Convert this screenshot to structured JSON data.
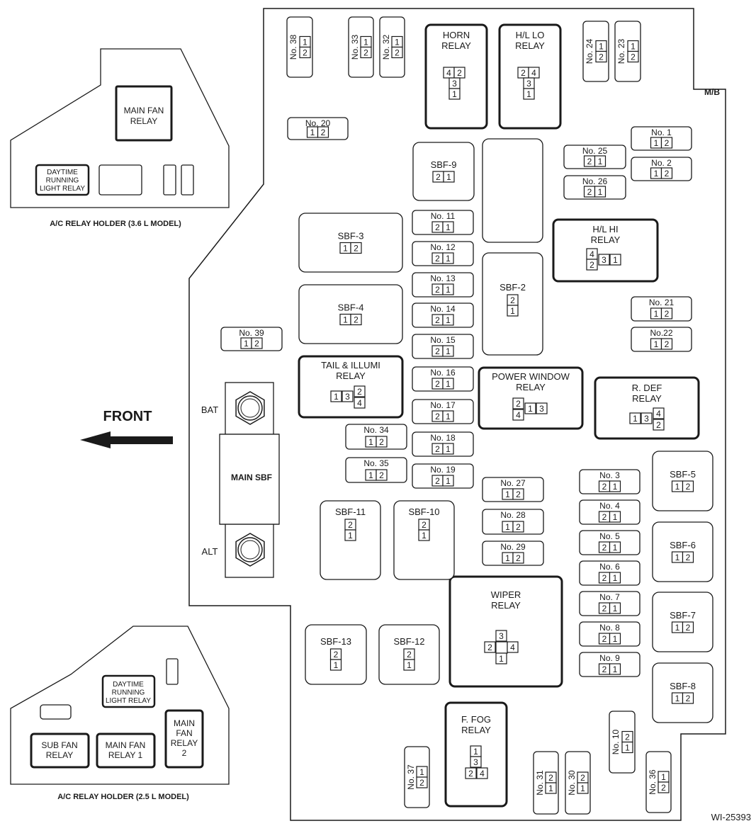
{
  "labels": {
    "mb": "M/B",
    "front": "FRONT",
    "bat": "BAT",
    "alt": "ALT",
    "main_sbf": "MAIN SBF",
    "figure_id": "WI-25393",
    "holder_36_title": "A/C RELAY HOLDER (3.6 L MODEL)",
    "holder_25_title": "A/C RELAY HOLDER (2.5 L MODEL)"
  },
  "holder_36": {
    "main_fan_relay": [
      "MAIN FAN",
      "RELAY"
    ],
    "drl_relay": [
      "DAYTIME",
      "RUNNING",
      "LIGHT RELAY"
    ]
  },
  "holder_25": {
    "drl_relay": [
      "DAYTIME",
      "RUNNING",
      "LIGHT RELAY"
    ],
    "sub_fan_relay": [
      "SUB FAN",
      "RELAY"
    ],
    "main_fan_relay_1": [
      "MAIN FAN",
      "RELAY 1"
    ],
    "main_fan_relay_2": [
      "MAIN",
      "FAN",
      "RELAY",
      "2"
    ]
  },
  "relays": {
    "horn": {
      "label": [
        "HORN",
        "RELAY"
      ],
      "pins": [
        "4",
        "2",
        "3",
        "1"
      ]
    },
    "hl_lo": {
      "label": [
        "H/L LO",
        "RELAY"
      ],
      "pins": [
        "2",
        "4",
        "3",
        "1"
      ]
    },
    "hl_hi": {
      "label": [
        "H/L HI",
        "RELAY"
      ],
      "pins": [
        "4",
        "2",
        "3",
        "1"
      ]
    },
    "tail_illumi": {
      "label": [
        "TAIL & ILLUMI",
        "RELAY"
      ],
      "pins": [
        "1",
        "3",
        "2",
        "4"
      ]
    },
    "power_window": {
      "label": [
        "POWER WINDOW",
        "RELAY"
      ],
      "pins": [
        "2",
        "4",
        "1",
        "3"
      ]
    },
    "r_def": {
      "label": [
        "R. DEF",
        "RELAY"
      ],
      "pins": [
        "1",
        "3",
        "4",
        "2"
      ]
    },
    "wiper": {
      "label": [
        "WIPER",
        "RELAY"
      ],
      "pins": [
        "3",
        "2",
        "4",
        "1"
      ]
    },
    "f_fog": {
      "label": [
        "F. FOG",
        "RELAY"
      ],
      "pins": [
        "1",
        "3",
        "2",
        "4"
      ]
    }
  },
  "fuses_h": [
    {
      "id": "f20",
      "label": "No. 20",
      "pins": [
        "1",
        "2"
      ]
    },
    {
      "id": "f1",
      "label": "No. 1",
      "pins": [
        "1",
        "2"
      ]
    },
    {
      "id": "f2",
      "label": "No. 2",
      "pins": [
        "1",
        "2"
      ]
    },
    {
      "id": "f25",
      "label": "No. 25",
      "pins": [
        "2",
        "1"
      ]
    },
    {
      "id": "f26",
      "label": "No. 26",
      "pins": [
        "2",
        "1"
      ]
    },
    {
      "id": "f11",
      "label": "No. 11",
      "pins": [
        "2",
        "1"
      ]
    },
    {
      "id": "f12",
      "label": "No. 12",
      "pins": [
        "2",
        "1"
      ]
    },
    {
      "id": "f13",
      "label": "No. 13",
      "pins": [
        "2",
        "1"
      ]
    },
    {
      "id": "f14",
      "label": "No. 14",
      "pins": [
        "2",
        "1"
      ]
    },
    {
      "id": "f15",
      "label": "No. 15",
      "pins": [
        "2",
        "1"
      ]
    },
    {
      "id": "f16",
      "label": "No. 16",
      "pins": [
        "2",
        "1"
      ]
    },
    {
      "id": "f17",
      "label": "No. 17",
      "pins": [
        "2",
        "1"
      ]
    },
    {
      "id": "f18",
      "label": "No. 18",
      "pins": [
        "2",
        "1"
      ]
    },
    {
      "id": "f19",
      "label": "No. 19",
      "pins": [
        "2",
        "1"
      ]
    },
    {
      "id": "f21",
      "label": "No. 21",
      "pins": [
        "1",
        "2"
      ]
    },
    {
      "id": "f22",
      "label": "No.22",
      "pins": [
        "1",
        "2"
      ]
    },
    {
      "id": "f39",
      "label": "No. 39",
      "pins": [
        "1",
        "2"
      ]
    },
    {
      "id": "f34",
      "label": "No. 34",
      "pins": [
        "1",
        "2"
      ]
    },
    {
      "id": "f35",
      "label": "No. 35",
      "pins": [
        "1",
        "2"
      ]
    },
    {
      "id": "f27",
      "label": "No. 27",
      "pins": [
        "1",
        "2"
      ]
    },
    {
      "id": "f28",
      "label": "No. 28",
      "pins": [
        "1",
        "2"
      ]
    },
    {
      "id": "f29",
      "label": "No. 29",
      "pins": [
        "1",
        "2"
      ]
    },
    {
      "id": "f3",
      "label": "No. 3",
      "pins": [
        "2",
        "1"
      ]
    },
    {
      "id": "f4",
      "label": "No. 4",
      "pins": [
        "2",
        "1"
      ]
    },
    {
      "id": "f5",
      "label": "No. 5",
      "pins": [
        "2",
        "1"
      ]
    },
    {
      "id": "f6",
      "label": "No. 6",
      "pins": [
        "2",
        "1"
      ]
    },
    {
      "id": "f7",
      "label": "No. 7",
      "pins": [
        "2",
        "1"
      ]
    },
    {
      "id": "f8",
      "label": "No. 8",
      "pins": [
        "2",
        "1"
      ]
    },
    {
      "id": "f9",
      "label": "No. 9",
      "pins": [
        "2",
        "1"
      ]
    }
  ],
  "fuses_v": [
    {
      "id": "f38",
      "label": "No. 38",
      "pins": [
        "1",
        "2"
      ]
    },
    {
      "id": "f33",
      "label": "No. 33",
      "pins": [
        "1",
        "2"
      ]
    },
    {
      "id": "f32",
      "label": "No. 32",
      "pins": [
        "1",
        "2"
      ]
    },
    {
      "id": "f24",
      "label": "No. 24",
      "pins": [
        "1",
        "2"
      ]
    },
    {
      "id": "f23",
      "label": "No. 23",
      "pins": [
        "1",
        "2"
      ]
    },
    {
      "id": "f10",
      "label": "No. 10",
      "pins": [
        "2",
        "1"
      ]
    },
    {
      "id": "f37",
      "label": "No. 37",
      "pins": [
        "1",
        "2"
      ]
    },
    {
      "id": "f31",
      "label": "No. 31",
      "pins": [
        "2",
        "1"
      ]
    },
    {
      "id": "f30",
      "label": "No. 30",
      "pins": [
        "2",
        "1"
      ]
    },
    {
      "id": "f36",
      "label": "No. 36",
      "pins": [
        "1",
        "2"
      ]
    }
  ],
  "sbf_h": [
    {
      "id": "sbf9",
      "label": "SBF-9",
      "pins": [
        "2",
        "1"
      ]
    },
    {
      "id": "sbf3",
      "label": "SBF-3",
      "pins": [
        "1",
        "2"
      ]
    },
    {
      "id": "sbf4",
      "label": "SBF-4",
      "pins": [
        "1",
        "2"
      ]
    },
    {
      "id": "sbf5",
      "label": "SBF-5",
      "pins": [
        "1",
        "2"
      ]
    },
    {
      "id": "sbf6",
      "label": "SBF-6",
      "pins": [
        "1",
        "2"
      ]
    },
    {
      "id": "sbf7",
      "label": "SBF-7",
      "pins": [
        "1",
        "2"
      ]
    },
    {
      "id": "sbf8",
      "label": "SBF-8",
      "pins": [
        "1",
        "2"
      ]
    }
  ],
  "sbf_v": [
    {
      "id": "sbf2",
      "label": "SBF-2",
      "pins": [
        "1",
        "2"
      ]
    },
    {
      "id": "sbf11",
      "label": "SBF-11",
      "pins": [
        "1",
        "2"
      ]
    },
    {
      "id": "sbf10",
      "label": "SBF-10",
      "pins": [
        "1",
        "2"
      ]
    },
    {
      "id": "sbf13",
      "label": "SBF-13",
      "pins": [
        "1",
        "2"
      ]
    },
    {
      "id": "sbf12",
      "label": "SBF-12",
      "pins": [
        "1",
        "2"
      ]
    }
  ]
}
